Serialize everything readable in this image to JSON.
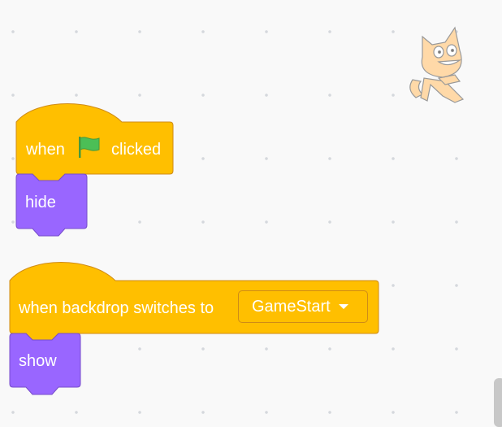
{
  "script1": {
    "hat_prefix": "when",
    "hat_icon": "green-flag-icon",
    "hat_suffix": "clicked",
    "block": "hide"
  },
  "script2": {
    "hat_label": "when backdrop switches to",
    "dropdown_value": "GameStart",
    "block": "show"
  },
  "colors": {
    "events": "#ffbf00",
    "looks": "#9966ff",
    "flag": "#4cbf56"
  }
}
